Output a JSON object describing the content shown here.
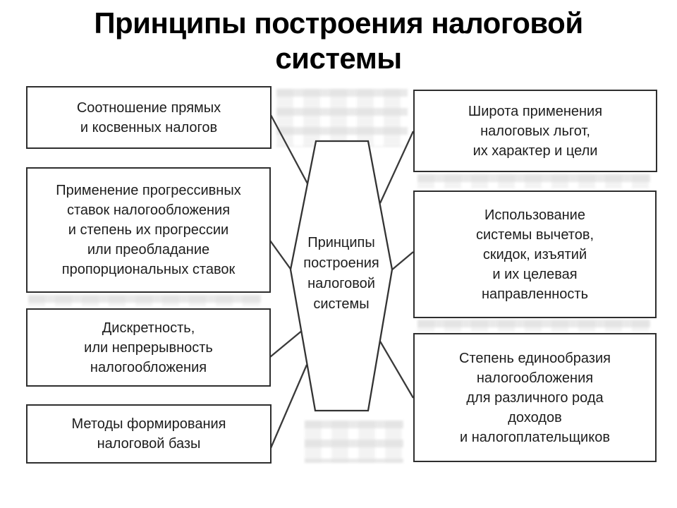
{
  "title": "Принципы построения налоговой\nсистемы",
  "center": {
    "label": "Принципы\nпостроения\nналоговой\nсистемы"
  },
  "left_boxes": [
    {
      "text": "Соотношение прямых\nи косвенных налогов"
    },
    {
      "text": "Применение прогрессивных\nставок налогообложения\nи степень их прогрессии\nили преобладание\nпропорциональных ставок"
    },
    {
      "text": "Дискретность,\nили непрерывность\nналогообложения"
    },
    {
      "text": "Методы формирования\nналоговой базы"
    }
  ],
  "right_boxes": [
    {
      "text": "Широта применения\nналоговых льгот,\nих характер и цели"
    },
    {
      "text": "Использование\nсистемы вычетов,\nскидок, изъятий\nи их целевая\nнаправленность"
    },
    {
      "text": "Степень единообразия\nналогообложения\nдля различного рода\nдоходов\nи налогоплательщиков"
    }
  ],
  "colors": {
    "line": "#3a3a3a",
    "border": "#2e2e2e",
    "text": "#1d1d1d",
    "background": "#ffffff"
  }
}
